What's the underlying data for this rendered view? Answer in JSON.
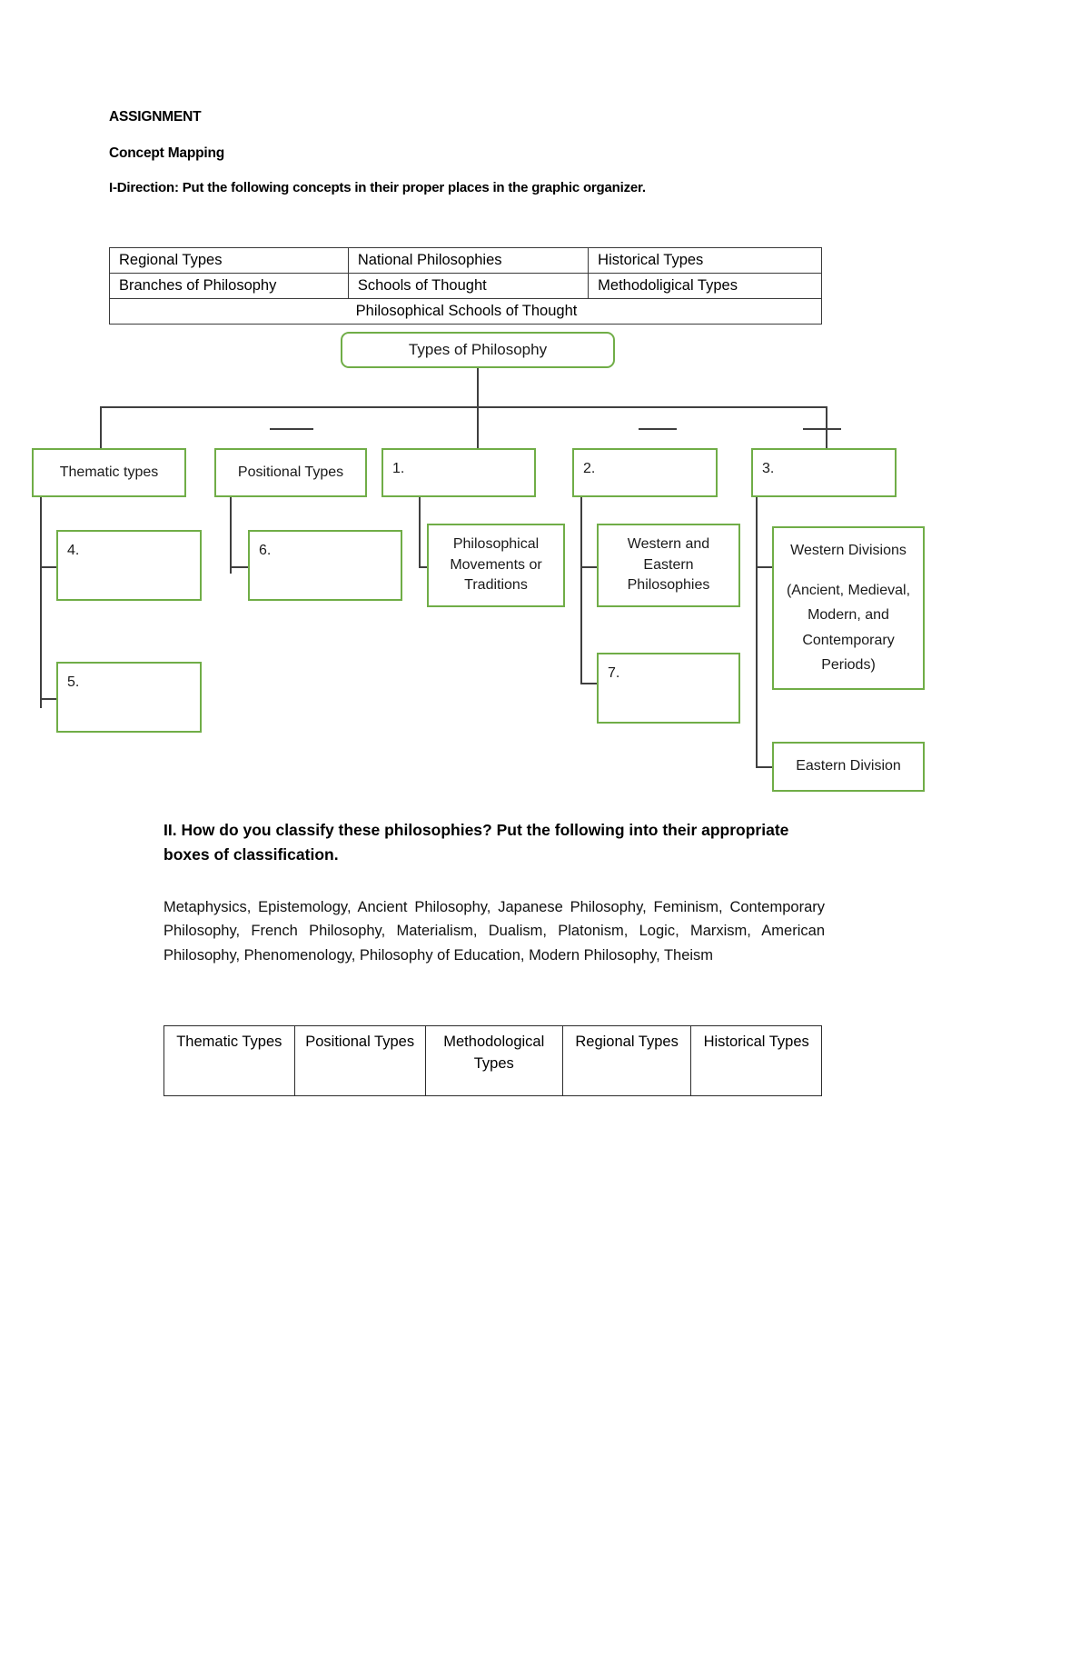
{
  "document": {
    "heading": "ASSIGNMENT",
    "subheading": "Concept Mapping",
    "direction_1": "I-Direction: Put the following concepts in their proper places in the graphic organizer."
  },
  "concept_table": {
    "rows": [
      [
        "Regional Types",
        "National Philosophies",
        "Historical Types"
      ],
      [
        "Branches of Philosophy",
        "Schools of Thought",
        "Methodoligical Types"
      ]
    ],
    "span_row": "Philosophical Schools of Thought"
  },
  "organizer": {
    "root": "Types of Philosophy",
    "level2": [
      {
        "label": "Thematic types"
      },
      {
        "label": "Positional Types"
      },
      {
        "label": "1."
      },
      {
        "label": "2."
      },
      {
        "label": "3."
      }
    ],
    "level3": [
      {
        "label": "4."
      },
      {
        "label": "6."
      },
      {
        "label": "Philosophical Movements or Traditions"
      },
      {
        "label": "Western and Eastern Philosophies"
      },
      {
        "label": "Western Divisions"
      },
      {
        "label": "(Ancient, Medieval, Modern, and Contemporary Periods)"
      },
      {
        "label": "5."
      },
      {
        "label": "7."
      },
      {
        "label": "Eastern Division"
      }
    ]
  },
  "section2": {
    "title": "II. How do you classify these philosophies? Put the following into their appropriate boxes of classification.",
    "items_text": "Metaphysics, Epistemology, Ancient Philosophy, Japanese Philosophy, Feminism, Contemporary Philosophy, French Philosophy, Materialism, Dualism, Platonism, Logic, Marxism, American Philosophy, Phenomenology, Philosophy of Education, Modern Philosophy, Theism"
  },
  "classification_table": {
    "headers": [
      "Thematic Types",
      "Positional Types",
      "Methodological Types",
      "Regional Types",
      "Historical Types"
    ]
  },
  "colors": {
    "box_border_green": "#70ad47",
    "connector_gray": "#3f3f3f",
    "table_border": "#2c2c2c"
  }
}
